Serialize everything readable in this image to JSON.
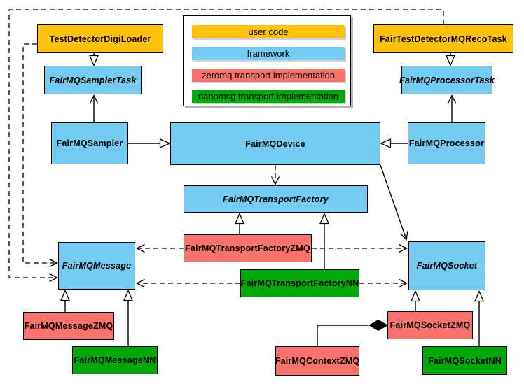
{
  "diagram_type": "uml-class-diagram",
  "colors": {
    "user_code": "#FFC10D",
    "framework": "#76CBF0",
    "zeromq": "#F9736E",
    "nanomsg": "#00A80A",
    "border": "#000000",
    "background": "#FFFFFF"
  },
  "legend": {
    "items": [
      {
        "label": "user code",
        "color": "#FFC10D"
      },
      {
        "label": "framework",
        "color": "#76CBF0"
      },
      {
        "label": "zeromq transport implementation",
        "color": "#F9736E"
      },
      {
        "label": "nanomsg transport implementation",
        "color": "#00A80A"
      }
    ]
  },
  "nodes": {
    "testDetectorDigiLoader": {
      "label": "TestDetectorDigiLoader",
      "category": "user_code",
      "abstract": false
    },
    "fairTestDetectorMQRecoTask": {
      "label": "FairTestDetectorMQRecoTask",
      "category": "user_code",
      "abstract": false
    },
    "fairMQSamplerTask": {
      "label": "FairMQSamplerTask",
      "category": "framework",
      "abstract": true
    },
    "fairMQProcessorTask": {
      "label": "FairMQProcessorTask",
      "category": "framework",
      "abstract": true
    },
    "fairMQSampler": {
      "label": "FairMQSampler",
      "category": "framework",
      "abstract": false
    },
    "fairMQDevice": {
      "label": "FairMQDevice",
      "category": "framework",
      "abstract": false
    },
    "fairMQProcessor": {
      "label": "FairMQProcessor",
      "category": "framework",
      "abstract": false
    },
    "fairMQTransportFactory": {
      "label": "FairMQTransportFactory",
      "category": "framework",
      "abstract": true
    },
    "fairMQTransportFactoryZMQ": {
      "label": "FairMQTransportFactoryZMQ",
      "category": "zeromq",
      "abstract": false
    },
    "fairMQTransportFactoryNN": {
      "label": "FairMQTransportFactoryNN",
      "category": "nanomsg",
      "abstract": false
    },
    "fairMQMessage": {
      "label": "FairMQMessage",
      "category": "framework",
      "abstract": true
    },
    "fairMQSocket": {
      "label": "FairMQSocket",
      "category": "framework",
      "abstract": true
    },
    "fairMQMessageZMQ": {
      "label": "FairMQMessageZMQ",
      "category": "zeromq",
      "abstract": false
    },
    "fairMQMessageNN": {
      "label": "FairMQMessageNN",
      "category": "nanomsg",
      "abstract": false
    },
    "fairMQSocketZMQ": {
      "label": "FairMQSocketZMQ",
      "category": "zeromq",
      "abstract": false
    },
    "fairMQSocketNN": {
      "label": "FairMQSocketNN",
      "category": "nanomsg",
      "abstract": false
    },
    "fairMQContextZMQ": {
      "label": "FairMQContextZMQ",
      "category": "zeromq",
      "abstract": false
    }
  },
  "edges": [
    {
      "from": "TestDetectorDigiLoader",
      "to": "FairMQSamplerTask",
      "type": "generalization"
    },
    {
      "from": "FairTestDetectorMQRecoTask",
      "to": "FairMQProcessorTask",
      "type": "generalization"
    },
    {
      "from": "FairMQSampler",
      "to": "FairMQSamplerTask",
      "type": "association"
    },
    {
      "from": "FairMQProcessor",
      "to": "FairMQProcessorTask",
      "type": "association"
    },
    {
      "from": "FairMQSampler",
      "to": "FairMQDevice",
      "type": "generalization"
    },
    {
      "from": "FairMQProcessor",
      "to": "FairMQDevice",
      "type": "generalization"
    },
    {
      "from": "FairMQDevice",
      "to": "FairMQTransportFactory",
      "type": "dependency"
    },
    {
      "from": "FairMQDevice",
      "to": "FairMQSocket",
      "type": "association"
    },
    {
      "from": "FairMQTransportFactoryZMQ",
      "to": "FairMQTransportFactory",
      "type": "generalization"
    },
    {
      "from": "FairMQTransportFactoryNN",
      "to": "FairMQTransportFactory",
      "type": "generalization"
    },
    {
      "from": "FairMQTransportFactoryZMQ",
      "to": "FairMQMessage",
      "type": "dependency"
    },
    {
      "from": "FairMQTransportFactoryZMQ",
      "to": "FairMQSocket",
      "type": "dependency"
    },
    {
      "from": "FairMQTransportFactoryNN",
      "to": "FairMQMessage",
      "type": "dependency"
    },
    {
      "from": "FairMQTransportFactoryNN",
      "to": "FairMQSocket",
      "type": "dependency"
    },
    {
      "from": "TestDetectorDigiLoader",
      "to": "FairMQMessage",
      "type": "dependency"
    },
    {
      "from": "FairTestDetectorMQRecoTask",
      "to": "FairMQMessage",
      "type": "dependency"
    },
    {
      "from": "FairMQMessageZMQ",
      "to": "FairMQMessage",
      "type": "generalization"
    },
    {
      "from": "FairMQMessageNN",
      "to": "FairMQMessage",
      "type": "generalization"
    },
    {
      "from": "FairMQSocketZMQ",
      "to": "FairMQSocket",
      "type": "generalization"
    },
    {
      "from": "FairMQSocketNN",
      "to": "FairMQSocket",
      "type": "generalization"
    },
    {
      "from": "FairMQContextZMQ",
      "to": "FairMQSocketZMQ",
      "type": "composition"
    }
  ]
}
